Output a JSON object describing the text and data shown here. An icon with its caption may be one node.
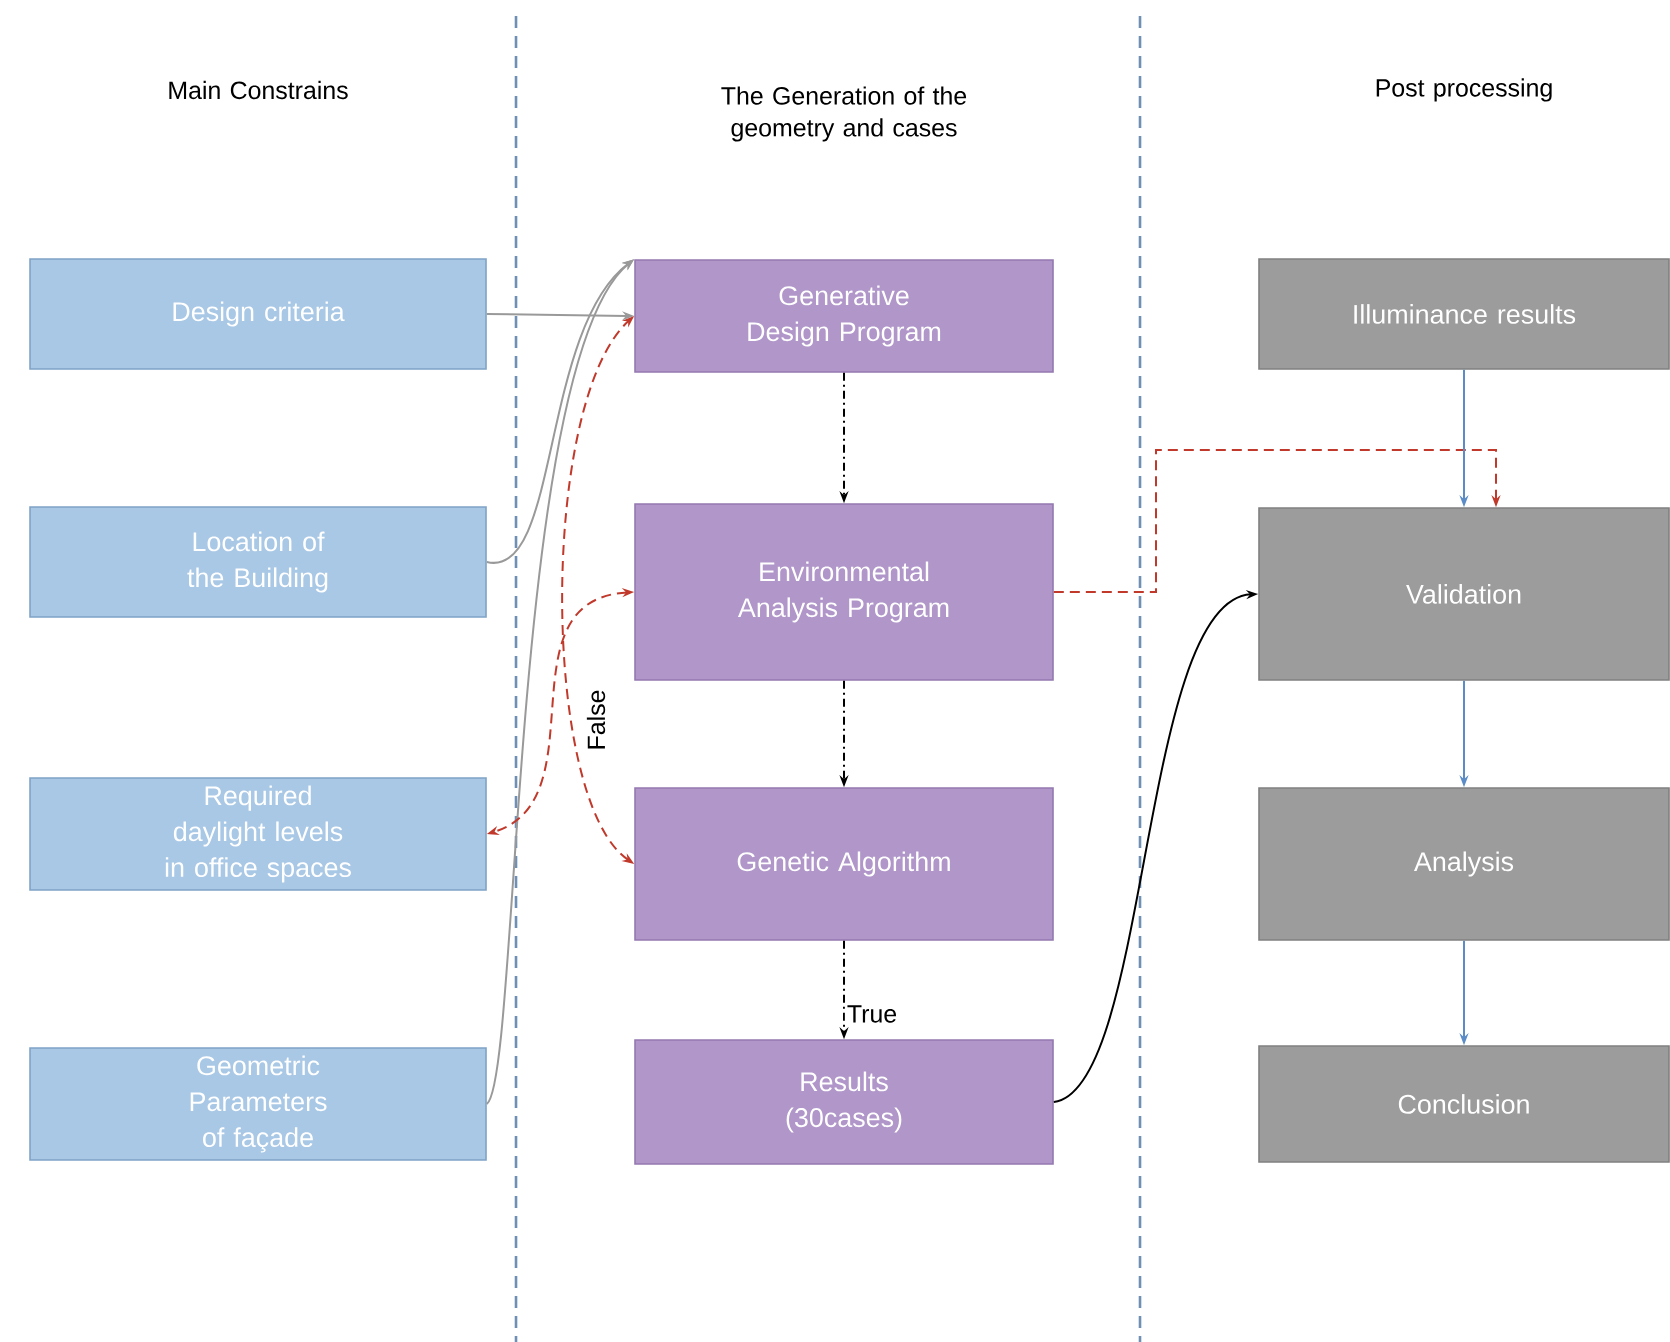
{
  "diagram": {
    "nodes": [
      {
        "text": [
          "Design criteria"
        ]
      },
      {
        "text": [
          "Location of the Building"
        ]
      },
      {
        "text": [
          "Required daylight levels in office spaces"
        ]
      },
      {
        "text": [
          "Geometric Parameters of façade"
        ]
      },
      {
        "text": [
          "Generative Design Program"
        ]
      },
      {
        "text": [
          "Environmental Analysis Program"
        ]
      },
      {
        "text": [
          "Genetic Algorithm"
        ]
      },
      {
        "text": [
          "Results (30cases)"
        ]
      },
      {
        "text": [
          "Illuminance results"
        ]
      },
      {
        "text": [
          "Validation"
        ]
      },
      {
        "text": [
          "Analysis"
        ]
      },
      {
        "text": [
          "Conclusion"
        ]
      }
    ],
    "edges": [
      {
        "from": 0,
        "to": 4,
        "arrow": "to",
        "color": "#999999"
      },
      {
        "from": 1,
        "to": 4,
        "arrow": "to",
        "color": "#999999"
      },
      {
        "from": 3,
        "to": 4,
        "arrow": "to",
        "color": "#999999"
      },
      {
        "from": 6,
        "to": 4,
        "arrow": "both",
        "label": "False",
        "style": "dashed",
        "color": "#c0392b"
      },
      {
        "from": 5,
        "to": 2,
        "arrow": "both",
        "style": "dashed",
        "color": "#c0392b"
      },
      {
        "from": 4,
        "to": 5,
        "arrow": "to",
        "style": "dashed"
      },
      {
        "from": 5,
        "to": 6,
        "arrow": "to",
        "style": "dashed"
      },
      {
        "from": 6,
        "to": 7,
        "arrow": "to",
        "label": "True",
        "style": "dashed"
      },
      {
        "from": 7,
        "to": 9,
        "arrow": "to"
      },
      {
        "from": 5,
        "to": 9,
        "arrow": "to",
        "style": "dashed",
        "color": "#c0392b"
      },
      {
        "from": 8,
        "to": 9,
        "arrow": "to",
        "color": "#5b8cc7"
      },
      {
        "from": 9,
        "to": 10,
        "arrow": "to",
        "color": "#5b8cc7"
      },
      {
        "from": 10,
        "to": 11,
        "arrow": "to",
        "color": "#5b8cc7"
      }
    ],
    "labels": [
      "Main Constrains",
      "The Generation of the geometry and cases",
      "Post processing"
    ]
  }
}
